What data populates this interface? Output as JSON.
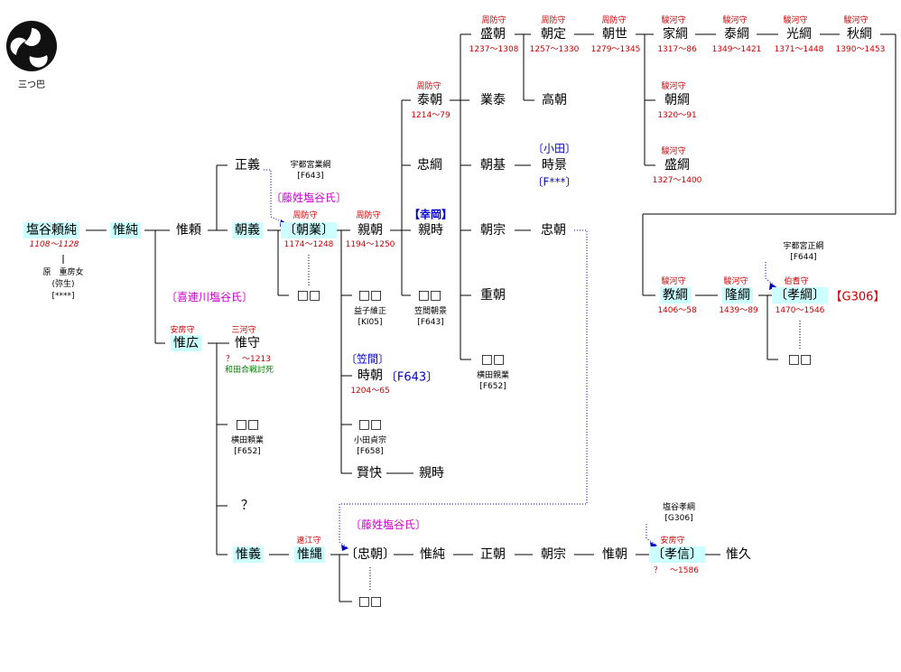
{
  "crest": {
    "label": "三つ巴",
    "icon": "mitsudomoe-crest-icon"
  },
  "people": {
    "yorizumi": "塩谷頼純",
    "yorizumi_years": "1108～1128",
    "yorizumi_mother": "原　重房女",
    "yorizumi_mother2": "(弥生)",
    "yorizumi_ref": "[****]",
    "korezumi": "惟純",
    "koreyori": "惟頼",
    "masayoshi": "正義",
    "tomoyoshi": "朝義",
    "asanari": "〔朝業〕",
    "asanari_title": "周防守",
    "asanari_years": "1174～1248",
    "utsunomiya_narituna": "宇都宮業綱",
    "utsunomiya_narituna_ref": "[F643]",
    "fujisei_shioya": "〔藤姓塩谷氏〕",
    "kitsuregawa_shioya": "〔喜連川塩谷氏〕",
    "boxes": "□□",
    "chikatomo": "親朝",
    "chikatomo_title": "周防守",
    "chikatomo_years": "1194～1250",
    "yasutomo": "泰朝",
    "yasutomo_title": "周防守",
    "yasutomo_years": "1214～79",
    "tadatsuna": "忠綱",
    "kouoka": "【幸岡】",
    "chikatoki": "親時",
    "kasama_tomokage": "笠間朝景",
    "kasama_tomokage_ref": "[F643]",
    "masuko_tsunemasa": "益子維正",
    "masuko_tsunemasa_ref": "[KI05]",
    "kasama": "〔笠間〕",
    "tokitomo": "時朝",
    "tokitomo_ref": "〔F643〕",
    "tokitomo_years": "1204～65",
    "oda_sadamune": "小田貞宗",
    "oda_sadamune_ref": "[F658]",
    "kenkai": "賢快",
    "chikatoki2": "親時",
    "moritomo": "盛朝",
    "moritomo_title": "周防守",
    "moritomo_years": "1237～1308",
    "tomosada": "朝定",
    "tomosada_title": "周防守",
    "tomosada_years": "1257～1330",
    "tomoyo": "朝世",
    "tomoyo_title": "周防守",
    "tomoyo_years": "1279～1345",
    "ietsuna": "家綱",
    "ietsuna_title": "駿河守",
    "ietsuna_years": "1317～86",
    "yasutsuna": "泰綱",
    "yasutsuna_title": "駿河守",
    "yasutsuna_years": "1349～1421",
    "mitsutsuna": "光綱",
    "mitsutsuna_title": "駿河守",
    "mitsutsuna_years": "1371～1448",
    "akitsuna": "秋綱",
    "akitsuna_title": "駿河守",
    "akitsuna_years": "1390～1453",
    "tomotsuna": "朝綱",
    "tomotsuna_title": "駿河守",
    "tomotsuna_years": "1320～91",
    "moritsuna": "盛綱",
    "moritsuna_title": "駿河守",
    "moritsuna_years": "1327～1400",
    "narayasu": "業泰",
    "takatomo": "高朝",
    "tomomoto": "朝基",
    "oda": "〔小田〕",
    "tokikage": "時景",
    "tokikage_ref": "〔F***〕",
    "tomomune": "朝宗",
    "tadatomo": "忠朝",
    "shigetomo": "重朝",
    "yokota_yorinari": "横田親業",
    "yokota_yorinari_ref": "[F652]",
    "norituna": "教綱",
    "norituna_title": "駿河守",
    "norituna_years": "1406～58",
    "takatsuna": "隆綱",
    "takatsuna_title": "駿河守",
    "takatsuna_years": "1439～89",
    "utsunomiya_masatsuna": "宇都宮正綱",
    "utsunomiya_masatsuna_ref": "[F644]",
    "takatsuna2": "〔孝綱〕",
    "takatsuna2_title": "伯耆守",
    "takatsuna2_ref": "【G306】",
    "takatsuna2_years": "1470～1546",
    "korehiro": "惟広",
    "korehiro_title": "安房守",
    "koremori": "惟守",
    "koremori_title": "三河守",
    "koremori_years": "？　～1213",
    "koremori_note": "和田合戦討死",
    "yokota_yorinari2": "横田頼業",
    "yokota_yorinari2_ref": "[F652]",
    "question": "？",
    "koreyoshi": "惟義",
    "korenawa": "惟縄",
    "korenawa_title": "遠江守",
    "fujisei_shioya2": "〔藤姓塩谷氏〕",
    "tadatomo2": "〔忠朝〕",
    "korezumi2": "惟純",
    "masatomo": "正朝",
    "tomomune2": "朝宗",
    "koretomo": "惟朝",
    "shioya_takatsuna": "塩谷孝綱",
    "shioya_takatsuna_ref": "[G306]",
    "takanobu": "〔孝信〕",
    "takanobu_title": "安房守",
    "takanobu_years": "？　～1586",
    "korehisa": "惟久"
  },
  "colors": {
    "highlight": "#ccffff",
    "title_red": "#cc0000",
    "clan_magenta": "#cc00cc",
    "ref_blue": "#0000cc",
    "note_green": "#008000"
  }
}
